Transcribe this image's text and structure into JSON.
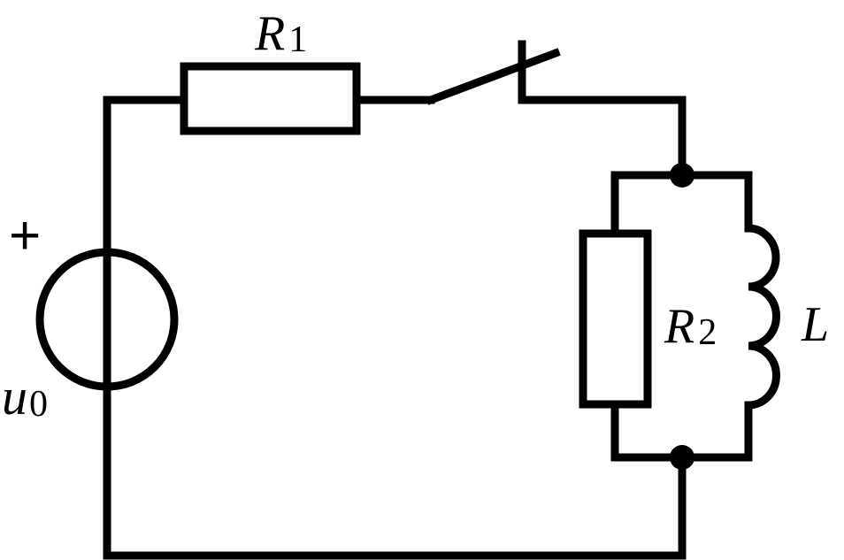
{
  "labels": {
    "r1": {
      "main": "R",
      "sub": "1"
    },
    "r2": {
      "main": "R",
      "sub": "2"
    },
    "inductor": "L",
    "source": {
      "main": "u",
      "sub": "0"
    },
    "polarity": "+"
  }
}
